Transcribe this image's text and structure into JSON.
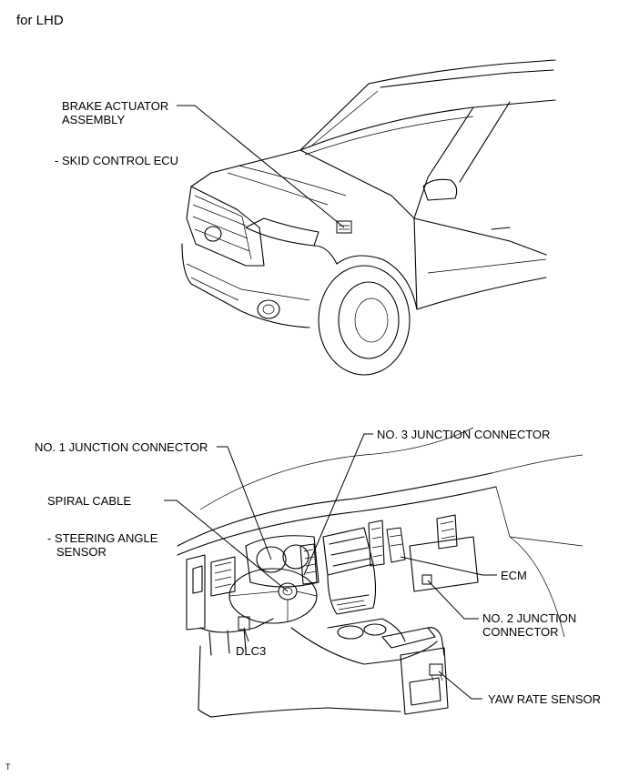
{
  "title": "for LHD",
  "footer_mark": "T",
  "labels": {
    "brake_actuator_1": "BRAKE ACTUATOR",
    "brake_actuator_2": "ASSEMBLY",
    "skid_control": "- SKID CONTROL ECU",
    "no1_junction": "NO. 1 JUNCTION CONNECTOR",
    "no3_junction": "NO. 3 JUNCTION CONNECTOR",
    "spiral_cable": "SPIRAL CABLE",
    "steering_angle_1": "- STEERING ANGLE",
    "steering_angle_2": "SENSOR",
    "ecm": "ECM",
    "no2_junction_1": "NO. 2 JUNCTION",
    "no2_junction_2": "CONNECTOR",
    "dlc3": "DLC3",
    "yaw_rate": "YAW RATE SENSOR"
  }
}
